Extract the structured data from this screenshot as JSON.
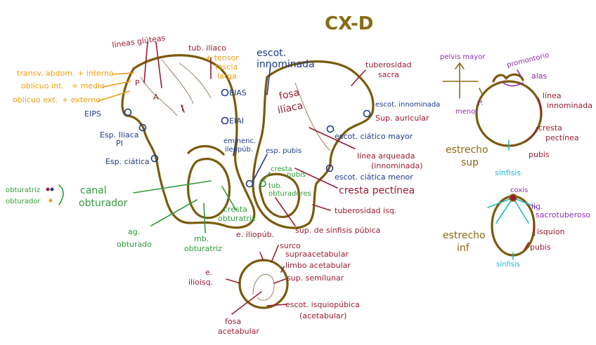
{
  "title": "CX-D",
  "colors": {
    "bone": "#7a5a0b",
    "maroon": "#9b1b30",
    "navy": "#1f3a8a",
    "orange": "#f39c12",
    "green": "#2e9b3a",
    "purple": "#8e2db0",
    "cyan": "#22b8c8",
    "olive": "#8a6a14"
  },
  "left_bone": {
    "lineas_gluteas": "líneas glúteas",
    "tub_iliaco": "tub. ilíaco",
    "tensor_1": "+ tensor",
    "tensor_2": "fascia",
    "tensor_3": "larga",
    "mark_p": "P",
    "mark_a": "A",
    "mark_i": "I",
    "transv_1": "transv. abdom.",
    "transv_2": "+ interno",
    "oblicuo_int_1": "oblicuo int.",
    "oblicuo_int_2": "+ medio",
    "oblicuo_ext_1": "oblicuo ext.",
    "oblicuo_ext_2": "+ externo",
    "eips": "EIPS",
    "esp_iliaca_1": "Esp. Iliaca",
    "esp_iliaca_2": "PI",
    "esp_ciatica": "Esp. ciática",
    "eias": "EIAS",
    "eiai": "EIAI",
    "eminenc_1": "eminenc.",
    "eminenc_2": "ileopúb.",
    "obturatriz_1": "obturatriz",
    "obturador_1": "obturador",
    "canal_1": "canal",
    "canal_2": "obturador",
    "cresta_obt_1": "cresta",
    "cresta_obt_2": "obturatriz",
    "ag_1": "ag.",
    "ag_2": "obturado",
    "mb_1": "mb.",
    "mb_2": "obturatriz"
  },
  "right_bone": {
    "escot_inn_1": "escot.",
    "escot_inn_2": "innominada",
    "fosa_1": "fosa",
    "fosa_2": "ilíaca",
    "tuberosidad_1": "tuberosidad",
    "tuberosidad_2": "sacra",
    "escot_inn_r": "escot. innominada",
    "sup_auricular": "Sup. auricular",
    "escot_ciat_mayor": "escot. ciático mayor",
    "linea_arq_1": "línea arqueada",
    "linea_arq_2": "(innominada)",
    "esp_pubis": "esp. pubis",
    "cresta_pubis_1": "cresta",
    "cresta_pubis_2": "pubis",
    "tub_obt_1": "tub.",
    "tub_obt_2": "obturadores",
    "escot_ciat_menor": "escot. ciática menor",
    "cresta_pectinea": "cresta pectínea",
    "tuberosidad_isq": "tuberosidad isq.",
    "sup_sinfisis": "sup. de sínfisis púbica"
  },
  "acetabulum": {
    "e_iliopub": "e. iliopúb.",
    "surco_1": "surco",
    "surco_2": "supraacetabular",
    "limbo": "limbo acetabular",
    "sup_semilunar": "sup. semilunar",
    "e_ilioisq_1": "e.",
    "e_ilioisq_2": "ilioisq.",
    "fosa_acet_1": "fosa",
    "fosa_acet_2": "acetabular",
    "escot_isq_1": "escot. isquiopúbica",
    "escot_isq_2": "(acetabular)"
  },
  "pelvis_sup": {
    "pelvis_mayor": "pelvis mayor",
    "p_menor_1": "P.",
    "p_menor_2": "menor",
    "promontorio": "promontorio",
    "alas": "alas",
    "linea_inn_1": "línea",
    "linea_inn_2": "innominada",
    "cresta_1": "cresta",
    "cresta_2": "pectínea",
    "pubis": "pubis",
    "sinfisis": "sínfisis",
    "estrecho_1": "estrecho",
    "estrecho_2": "sup"
  },
  "pelvis_inf": {
    "coxis": "coxis",
    "lig_1": "lig.",
    "lig_2": "sacrotuberoso",
    "isquion": "isquion",
    "pubis": "pubis",
    "sinfisis": "sínfisis",
    "estrecho_1": "estrecho",
    "estrecho_2": "inf"
  }
}
